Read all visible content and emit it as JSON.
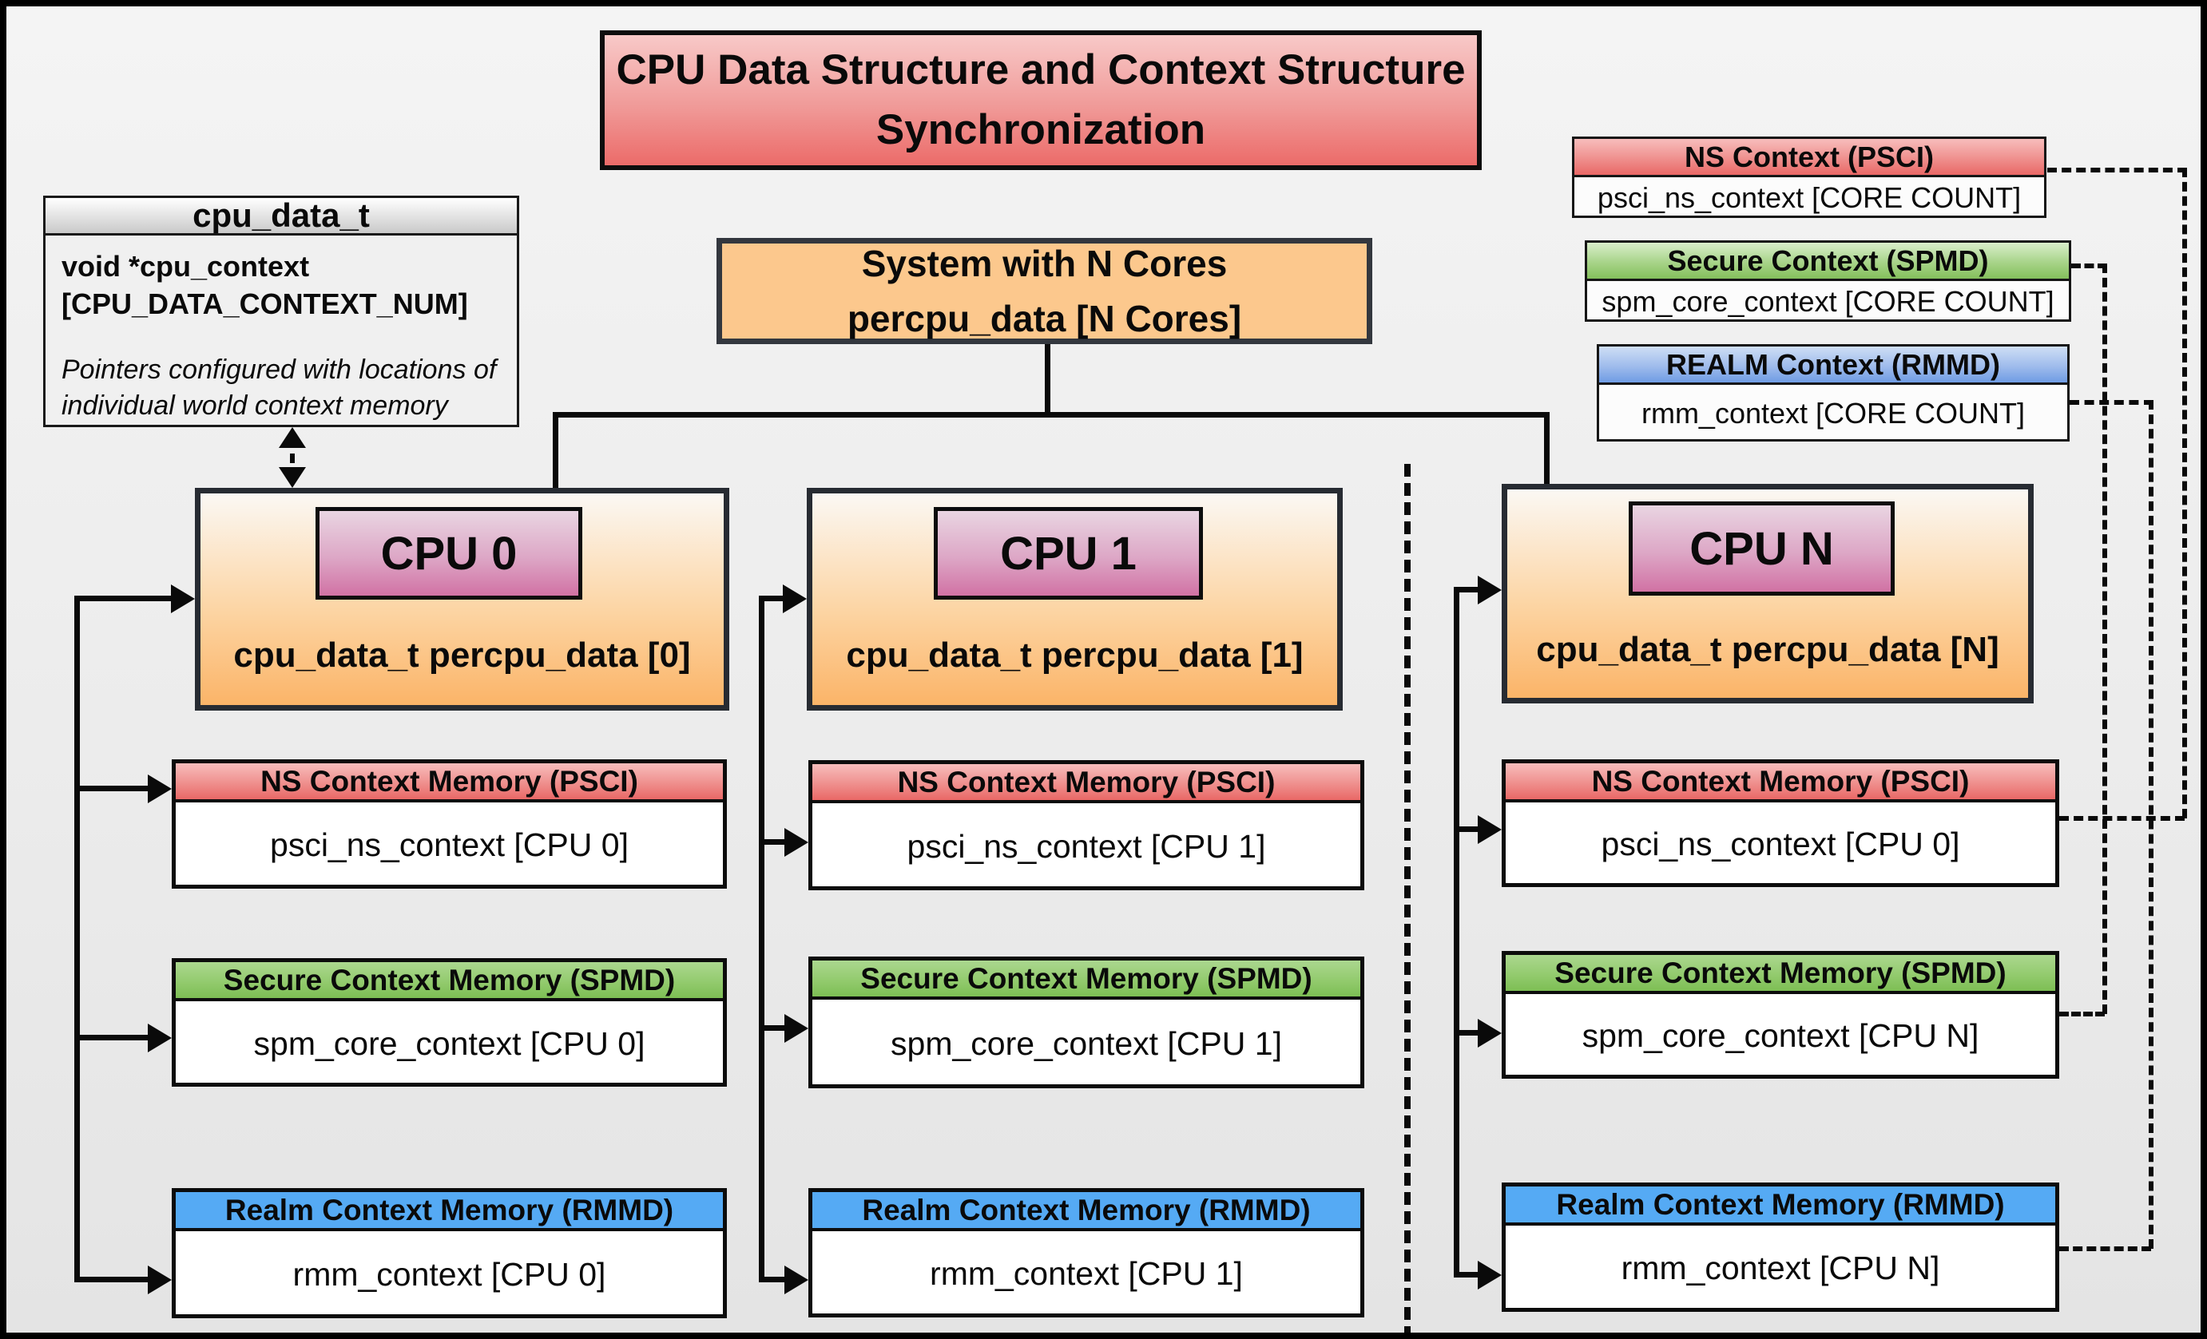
{
  "title": {
    "line1": "CPU Data Structure and Context Structure",
    "line2": "Synchronization"
  },
  "cpu_data_t": {
    "header": "cpu_data_t",
    "field": "void  *cpu_context [CPU_DATA_CONTEXT_NUM]",
    "note": "Pointers configured with locations of individual world context memory"
  },
  "system": {
    "line1": "System with N Cores",
    "line2": "percpu_data [N Cores]"
  },
  "legend": {
    "ns": {
      "header": "NS Context  (PSCI)",
      "body": "psci_ns_context [CORE COUNT]"
    },
    "secure": {
      "header": "Secure Context (SPMD)",
      "body": "spm_core_context [CORE COUNT]"
    },
    "realm": {
      "header": "REALM Context (RMMD)",
      "body": "rmm_context [CORE COUNT]"
    }
  },
  "memory_headers": {
    "ns": "NS Context Memory (PSCI)",
    "secure": "Secure Context Memory (SPMD)",
    "realm": "Realm Context Memory (RMMD)"
  },
  "cpus": [
    {
      "name": "CPU 0",
      "data_label": "cpu_data_t percpu_data [0]",
      "ns": "psci_ns_context [CPU 0]",
      "secure": "spm_core_context [CPU 0]",
      "realm": "rmm_context [CPU 0]"
    },
    {
      "name": "CPU 1",
      "data_label": "cpu_data_t percpu_data [1]",
      "ns": "psci_ns_context [CPU 1]",
      "secure": "spm_core_context [CPU 1]",
      "realm": "rmm_context [CPU 1]"
    },
    {
      "name": "CPU N",
      "data_label": "cpu_data_t percpu_data [N]",
      "ns": "psci_ns_context [CPU 0]",
      "secure": "spm_core_context [CPU N]",
      "realm": "rmm_context [CPU N]"
    }
  ],
  "colors": {
    "ns_red": "#e96866",
    "secure_green": "#7dbe54",
    "realm_blue": "#55aaf4",
    "cpu_orange": "#fbb468",
    "cpu_pink": "#d172a4",
    "title_red": "#ec6b69",
    "background": "#ececec",
    "line_black": "#0a0a0a"
  }
}
